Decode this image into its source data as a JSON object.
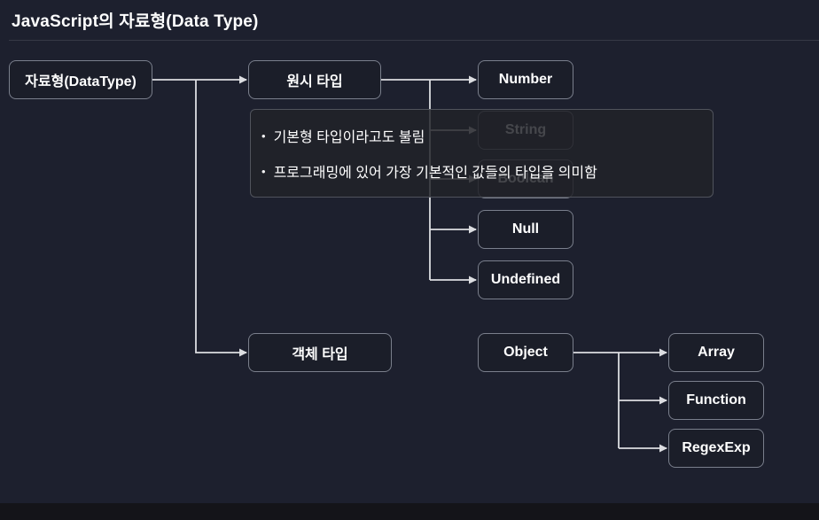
{
  "title": "JavaScript의 자료형(Data Type)",
  "nodes": {
    "datatype": "자료형(DataType)",
    "primitive": "원시 타입",
    "number": "Number",
    "string": "String",
    "boolean": "Boolean",
    "null": "Null",
    "undefined": "Undefined",
    "object_type": "객체 타입",
    "object": "Object",
    "array": "Array",
    "function": "Function",
    "regexexp": "RegexExp"
  },
  "note": {
    "bullet": "•",
    "items": [
      "기본형 타입이라고도 불림",
      "프로그래밍에 있어 가장 기본적인 값들의 타입을 의미함"
    ]
  },
  "colors": {
    "background": "#1d202e",
    "box_fill": "#1b1e29",
    "box_border": "#7a7f8c",
    "connector": "#dcdde1",
    "text": "#ffffff",
    "divider": "#363945",
    "note_bg": "rgba(33,34,40,0.84)",
    "note_border": "#50535c",
    "bottom_bar": "#141419"
  }
}
